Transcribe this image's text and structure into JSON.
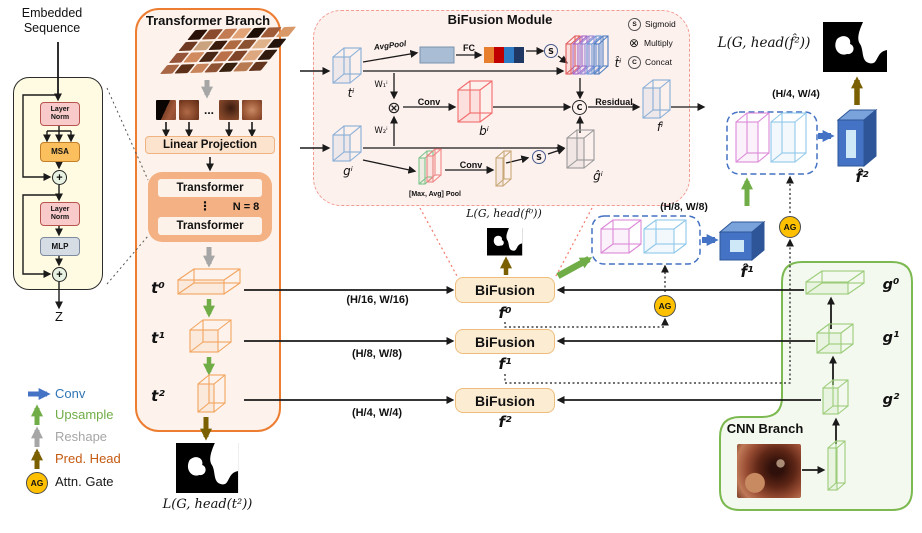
{
  "embedded": {
    "line1": "Embedded",
    "line2": "Sequence",
    "layer_norm_1": "Layer Norm",
    "msa": "MSA",
    "layer_norm_2": "Layer Norm",
    "mlp": "MLP",
    "plus": "+",
    "z": "Z"
  },
  "transformer": {
    "title": "Transformer Branch",
    "ellipsis": "...",
    "linear_projection": "Linear Projection",
    "block1": "Transformer",
    "block2": "Transformer",
    "vdots": "⋮",
    "n": "N = 8",
    "t0": "t⁰",
    "t1": "t¹",
    "t2": "t²",
    "loss": "L(G, head(t²))"
  },
  "module": {
    "title": "BiFusion Module",
    "avgpool": "AvgPool",
    "fc": "FC",
    "conv_a": "Conv",
    "conv_b": "Conv",
    "residual": "Residual",
    "pool": "[Max, Avg] Pool",
    "w1": "W₁ⁱ",
    "w2": "W₂ⁱ",
    "t_i": "tⁱ",
    "g_i": "gⁱ",
    "t_hat": "t̂ⁱ",
    "g_hat": "ĝⁱ",
    "b_i": "bⁱ",
    "f_i": "fⁱ",
    "sym_s": "S",
    "sym_x": "⊗",
    "sym_c": "C",
    "leg_s": "Sigmoid",
    "leg_x": "Multiply",
    "leg_c": "Concat",
    "loss": "L(G, head(f⁰))"
  },
  "rows": [
    {
      "scale": "(H/16, W/16)",
      "name": "BiFusion",
      "out": "f⁰"
    },
    {
      "scale": "(H/8, W/8)",
      "name": "BiFusion",
      "out": "f¹"
    },
    {
      "scale": "(H/4, W/4)",
      "name": "BiFusion",
      "out": "f²"
    }
  ],
  "decoder": {
    "h8": "(H/8, W/8)",
    "h4": "(H/4, W/4)",
    "f1": "f̂¹",
    "f2": "f̂²",
    "ag": "AG",
    "loss": "L(G, head(f̂²))"
  },
  "cnn": {
    "title": "CNN Branch",
    "g0": "g⁰",
    "g1": "g¹",
    "g2": "g²"
  },
  "legend": {
    "conv": "Conv",
    "upsample": "Upsample",
    "reshape": "Reshape",
    "pred": "Pred. Head",
    "attn": "Attn. Gate",
    "ag": "AG",
    "colors": {
      "conv": "#2e75b6",
      "upsample": "#70ad47",
      "reshape": "#a6a6a6",
      "pred": "#c55a11",
      "attn_gate_fill": "#ffc000"
    }
  }
}
